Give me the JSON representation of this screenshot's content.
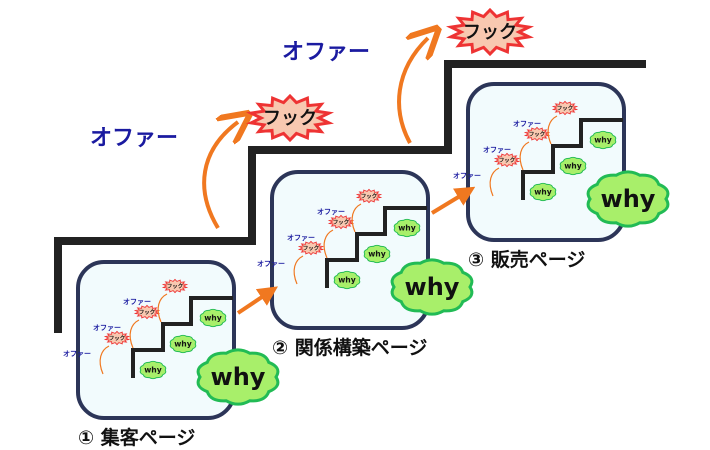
{
  "diagram": {
    "title": "",
    "big_staircase": {
      "offers": [
        "オファー",
        "オファー"
      ],
      "hooks": [
        "フック",
        "フック"
      ]
    },
    "panels": [
      {
        "number": "①",
        "caption": "集客ページ",
        "mini_offers": [
          "オファー",
          "オファー",
          "オファー"
        ],
        "mini_hooks": [
          "フック",
          "フック",
          "フック"
        ],
        "mini_whys": [
          "why",
          "why",
          "why"
        ],
        "big_why": "why"
      },
      {
        "number": "②",
        "caption": "関係構築ページ",
        "mini_offers": [
          "オファー",
          "オファー",
          "オファー"
        ],
        "mini_hooks": [
          "フック",
          "フック",
          "フック"
        ],
        "mini_whys": [
          "why",
          "why",
          "why"
        ],
        "big_why": "why"
      },
      {
        "number": "③",
        "caption": "販売ページ",
        "mini_offers": [
          "オファー",
          "オファー",
          "オファー"
        ],
        "mini_hooks": [
          "フック",
          "フック",
          "フック"
        ],
        "mini_whys": [
          "why",
          "why",
          "why"
        ],
        "big_why": "why"
      }
    ],
    "colors": {
      "stair": "#222222",
      "offer_text": "#1a1aa0",
      "arrow": "#f07820",
      "hook_fill": "#f8c8b0",
      "hook_stroke": "#ee3333",
      "cloud_fill": "#a8ef6a",
      "cloud_stroke": "#22bb55",
      "panel_fill": "#f2fbfd",
      "panel_stroke": "#2c3558"
    }
  }
}
